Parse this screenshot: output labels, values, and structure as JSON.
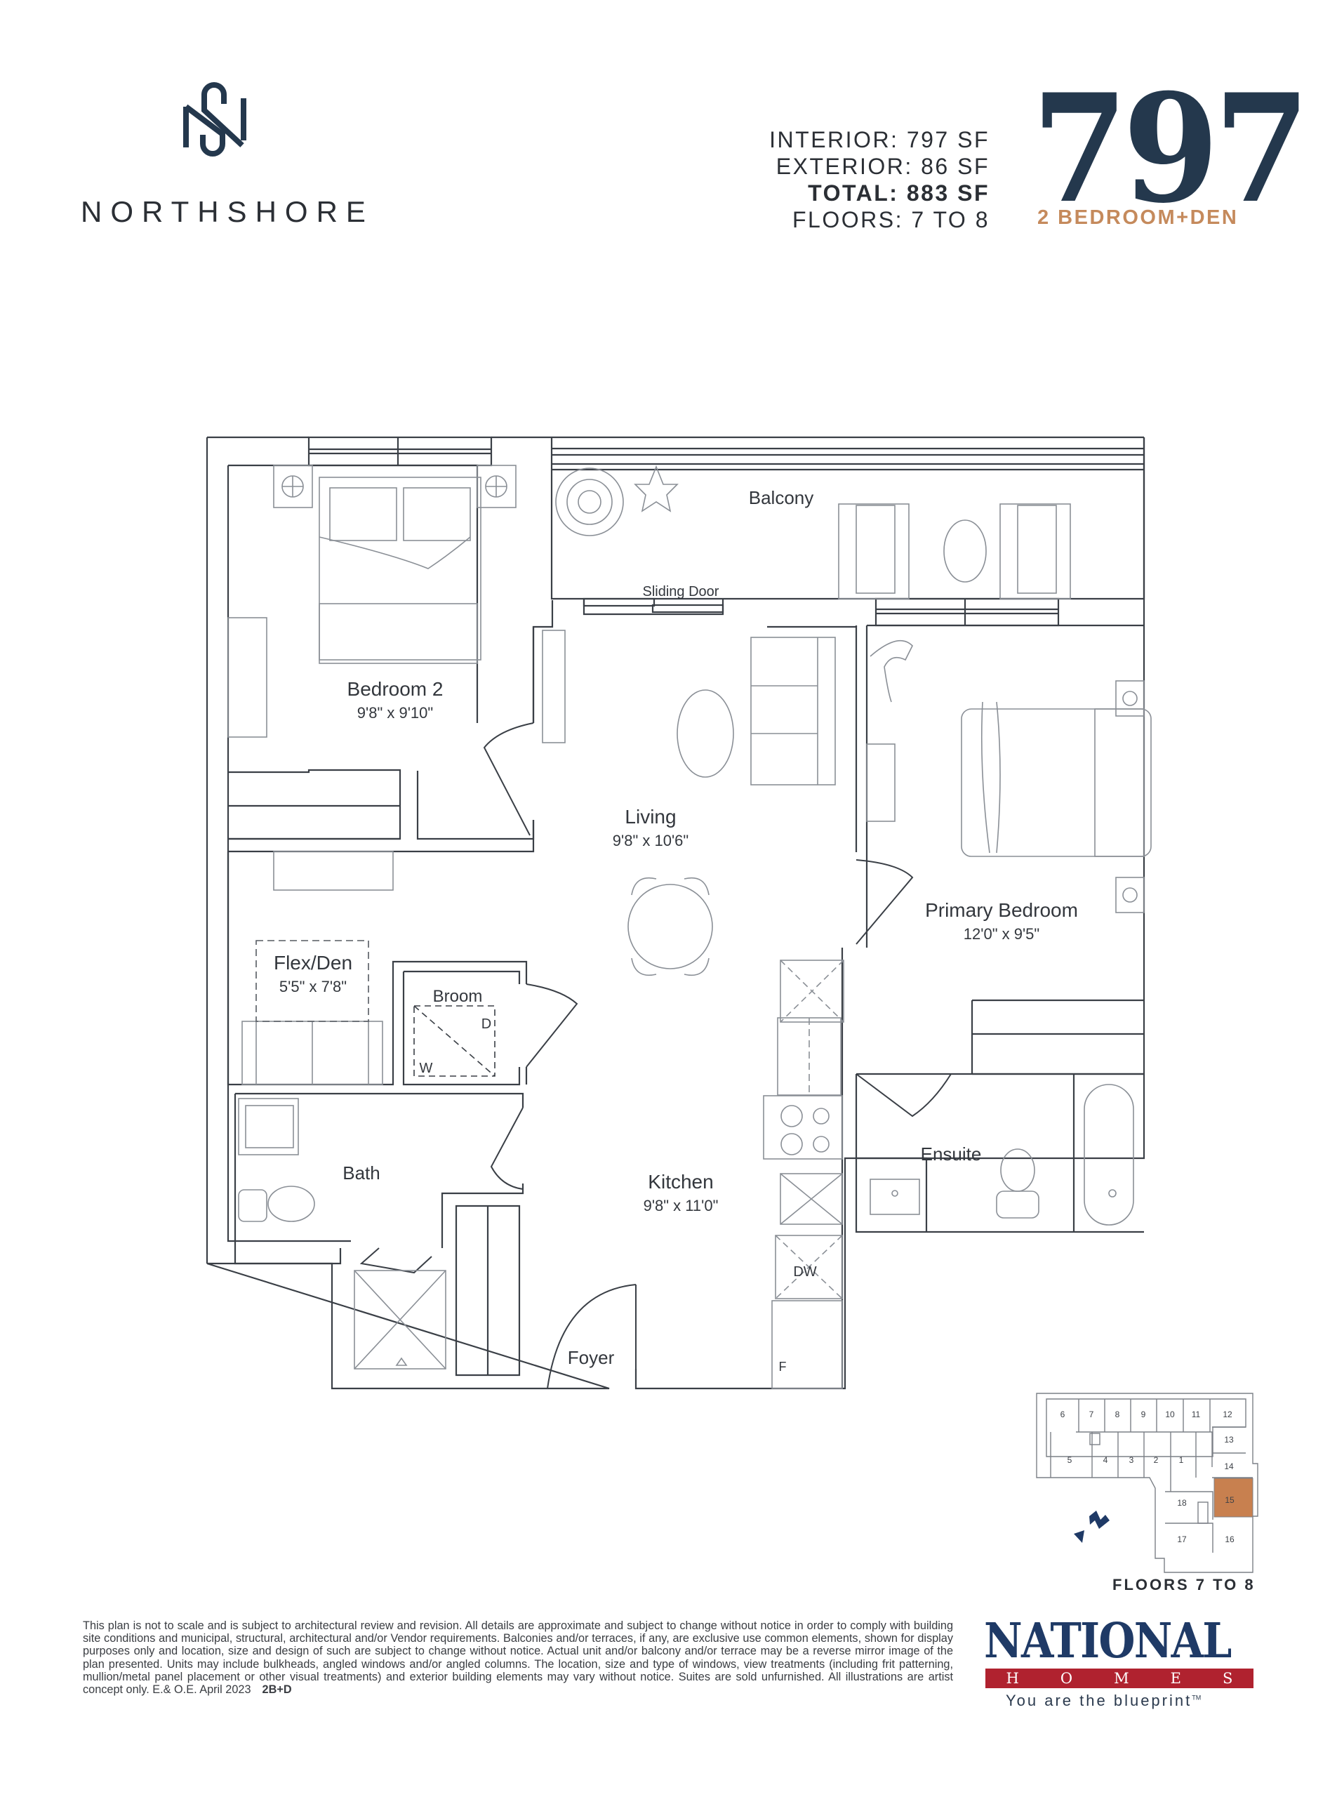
{
  "header": {
    "brand_name": "NORTHSHORE",
    "logo_icon": "ns-monogram-icon",
    "unit_number": "797",
    "unit_type": "2 BEDROOM+DEN",
    "specs": {
      "interior": "INTERIOR: 797 SF",
      "exterior": "EXTERIOR: 86 SF",
      "total": "TOTAL: 883 SF",
      "floors": "FLOORS:  7 TO 8"
    }
  },
  "colors": {
    "navy": "#24384d",
    "copper": "#c58a5c",
    "line": "#3a3f46",
    "furniture": "#8a8f96",
    "highlight_unit": "#c8804f",
    "national_blue": "#1f3a66",
    "national_red": "#b0222f"
  },
  "floorplan": {
    "rooms": [
      {
        "name": "Balcony",
        "dimensions": ""
      },
      {
        "name": "Bedroom 2",
        "dimensions": "9'8\" x 9'10\""
      },
      {
        "name": "Living",
        "dimensions": "9'8\" x 10'6\""
      },
      {
        "name": "Primary Bedroom",
        "dimensions": "12'0\" x 9'5\""
      },
      {
        "name": "Flex/Den",
        "dimensions": "5'5\" x 7'8\""
      },
      {
        "name": "Broom",
        "dimensions": ""
      },
      {
        "name": "Bath",
        "dimensions": ""
      },
      {
        "name": "Kitchen",
        "dimensions": "9'8\" x 11'0\""
      },
      {
        "name": "Ensuite",
        "dimensions": ""
      },
      {
        "name": "Foyer",
        "dimensions": ""
      }
    ],
    "annotations": {
      "sliding_door": "Sliding Door",
      "dryer": "D",
      "washer": "W",
      "dishwasher": "DW",
      "fridge": "F"
    }
  },
  "key_plan": {
    "units": [
      "6",
      "7",
      "8",
      "9",
      "10",
      "11",
      "12",
      "13",
      "14",
      "5",
      "4",
      "3",
      "2",
      "1",
      "15",
      "18",
      "17",
      "16"
    ],
    "highlighted_unit": "15",
    "caption": "FLOORS 7 TO 8",
    "compass": "north-arrow-icon"
  },
  "footer": {
    "disclaimer": "This plan is not to scale and is subject to architectural review and revision. All details are approximate and subject to change without notice in order to comply with building site conditions and municipal, structural, architectural and/or Vendor requirements. Balconies and/or terraces, if any, are exclusive use common elements, shown for display purposes only and location, size and design of such are subject to change without notice. Actual unit and/or balcony and/or terrace may be a reverse mirror image of the plan presented. Units may include bulkheads, angled windows and/or angled columns. The location, size and type of windows, view treatments (including frit patterning, mullion/metal panel placement or other visual treatments) and exterior building elements may vary without notice. Suites are sold unfurnished. All illustrations are artist concept only. E.& O.E. April 2023",
    "plan_code": "2B+D",
    "builder": {
      "name": "NATIONAL",
      "sub": [
        "H",
        "O",
        "M",
        "E",
        "S"
      ],
      "tagline": "You are the blueprint",
      "trademark": "TM"
    }
  }
}
